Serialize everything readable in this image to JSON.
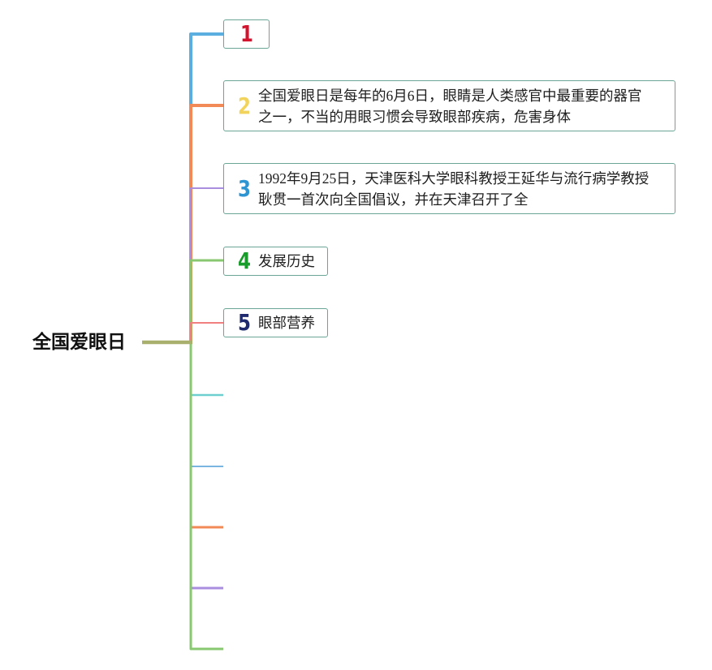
{
  "root": {
    "label": "全国爱眼日",
    "line_color": "#a9b06d"
  },
  "node_border_color": "#6aa595",
  "branches": [
    {
      "number": "1",
      "number_color": "#d4142f",
      "line_color": "#5aaee0"
    },
    {
      "number": "2",
      "number_color": "#f2d45c",
      "line_color": "#f28a58",
      "lines": [
        "全国爱眼日是每年的6月6日，眼睛是人类感官中最重要的器官",
        "之一，不当的用眼习惯会导致眼部疾病，危害身体"
      ]
    },
    {
      "number": "3",
      "number_color": "#2e95d3",
      "line_color": "#a98ee0",
      "lines": [
        "1992年9月25日，天津医科大学眼科教授王延华与流行病学教授",
        "耿贯一首次向全国倡议，并在天津召开了全"
      ]
    },
    {
      "number": "4",
      "number_color": "#1a9c2c",
      "line_color": "#88c870",
      "lines": [
        "发展历史"
      ]
    },
    {
      "number": "5",
      "number_color": "#1f2b6e",
      "line_color": "#f08080",
      "lines": [
        "眼部营养"
      ]
    }
  ],
  "empty_branches": [
    {
      "line_color": "#6ecfd0"
    },
    {
      "line_color": "#7ab4e0"
    },
    {
      "line_color": "#f28a58"
    },
    {
      "line_color": "#a98ee0"
    },
    {
      "line_color": "#88c870"
    }
  ]
}
